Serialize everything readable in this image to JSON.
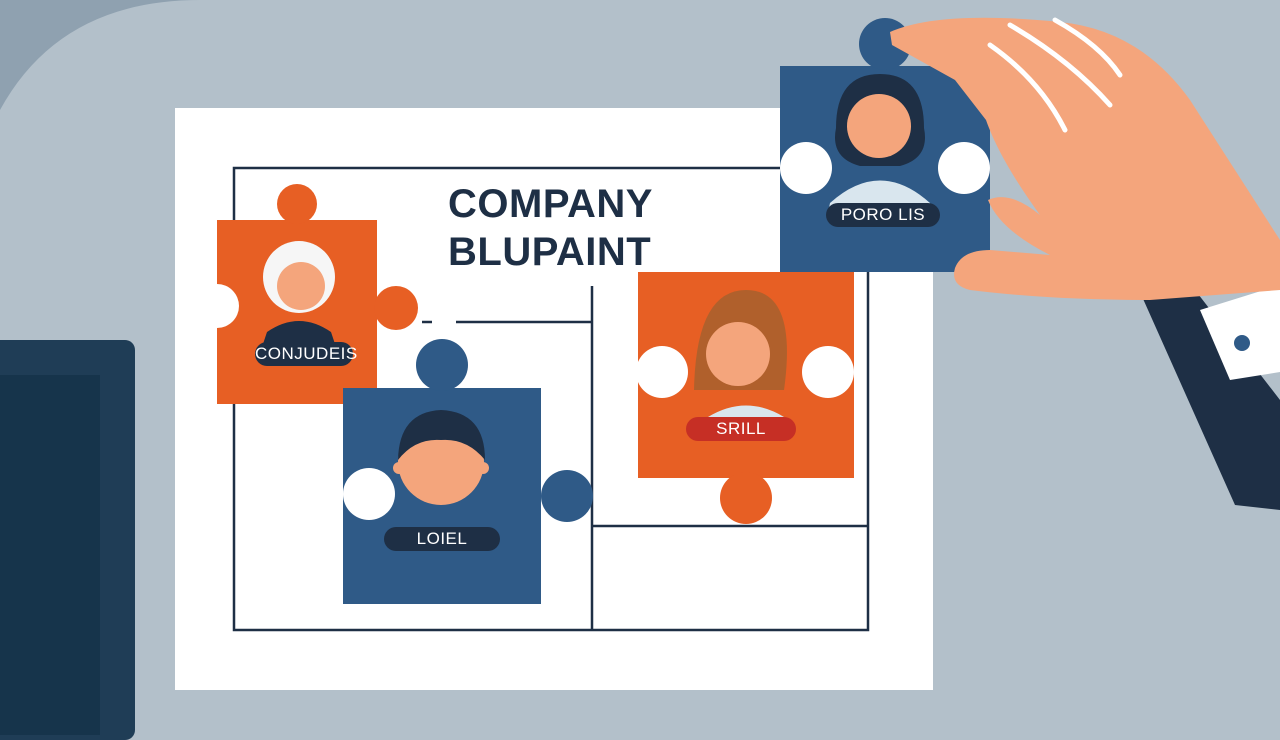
{
  "title": {
    "line1": "COMPANY",
    "line2": "BLUPAINT"
  },
  "pieces": [
    {
      "label": "CONJUDEIS",
      "color": "#e75f24"
    },
    {
      "label": "LOIEL",
      "color": "#2f5a87"
    },
    {
      "label": "SRILL",
      "color": "#e75f24"
    },
    {
      "label": "PORO LIS",
      "color": "#2f5a87"
    }
  ],
  "colors": {
    "orange": "#e75f24",
    "blue": "#2f5a87",
    "navy": "#1e2f45",
    "background": "#b3c0ca"
  }
}
